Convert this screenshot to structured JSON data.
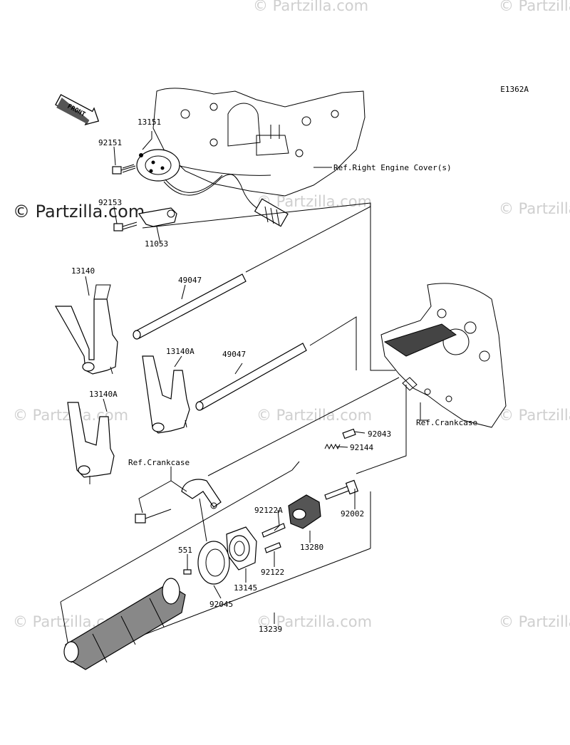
{
  "diagram_code": "E1362A",
  "front_label": "FRONT",
  "watermark": "© Partzilla.com",
  "callouts": {
    "p13151": "13151",
    "p92151": "92151",
    "p92153": "92153",
    "p11053": "11053",
    "ref_right_cover": "Ref.Right Engine Cover(s)",
    "p13140": "13140",
    "p49047_a": "49047",
    "p13140A_a": "13140A",
    "p49047_b": "49047",
    "p13140A_b": "13140A",
    "ref_crankcase_right": "Ref.Crankcase",
    "p92043": "92043",
    "p92144": "92144",
    "ref_crankcase_left": "Ref.Crankcase",
    "p92002": "92002",
    "p92122A": "92122A",
    "p13280": "13280",
    "p551": "551",
    "p92122": "92122",
    "p13145": "13145",
    "p92045": "92045",
    "p13239": "13239"
  }
}
